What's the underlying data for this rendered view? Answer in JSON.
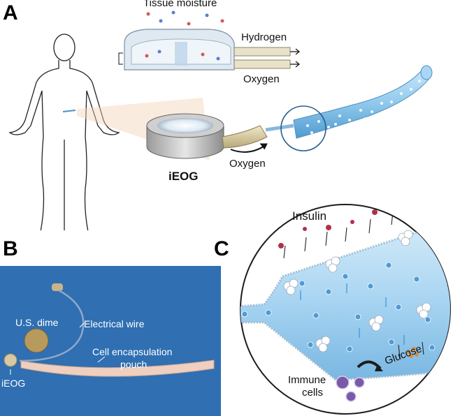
{
  "panels": {
    "a": {
      "letter": "A",
      "tissue_moisture": "Tissue moisture",
      "hydrogen": "Hydrogen",
      "oxygen_top": "Oxygen",
      "device": "iEOG",
      "oxygen_flow": "Oxygen"
    },
    "b": {
      "letter": "B",
      "dime": "U.S. dime",
      "wire": "Electrical wire",
      "pouch_line1": "Cell encapsulation",
      "pouch_line2": "pouch",
      "device": "iEOG"
    },
    "c": {
      "letter": "C",
      "insulin": "Insulin",
      "immune_line1": "Immune",
      "immune_line2": "cells",
      "glucose": "Glucose"
    }
  },
  "colors": {
    "photo_background": "#2f6fb2",
    "capsule_blue": "#8fc8ec",
    "insulin_red": "#b0304a",
    "glucose_orange": "#d88a3a"
  }
}
